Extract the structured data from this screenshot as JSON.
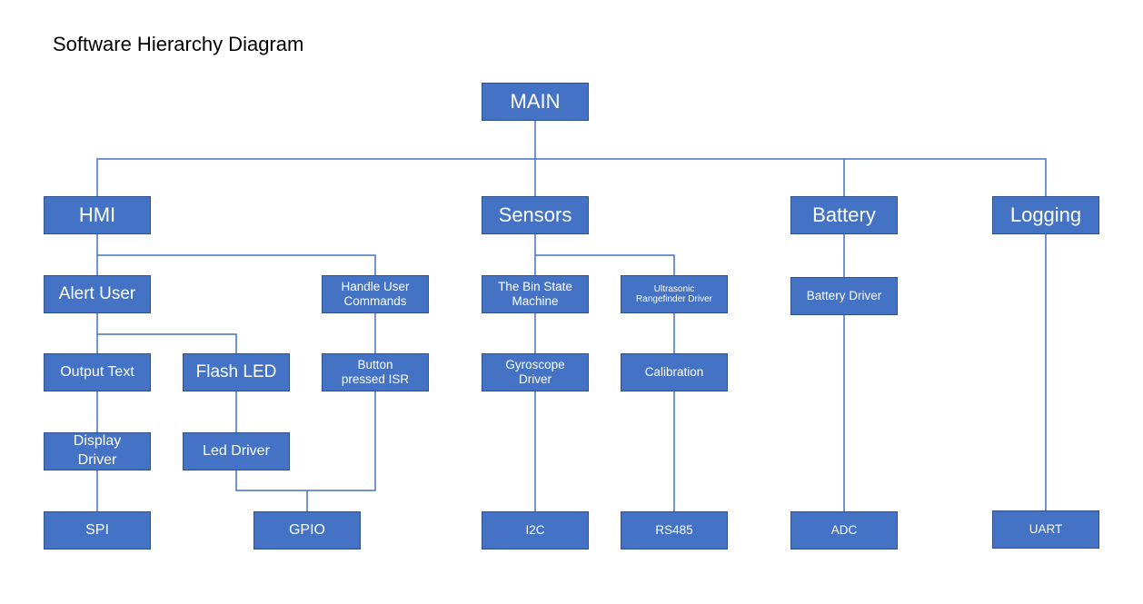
{
  "title": "Software Hierarchy Diagram",
  "nodes": {
    "main": "MAIN",
    "hmi": "HMI",
    "sensors": "Sensors",
    "battery": "Battery",
    "logging": "Logging",
    "alert_user": "Alert User",
    "handle_user_commands": "Handle User\nCommands",
    "bin_state_machine": "The Bin State\nMachine",
    "ultrasonic_driver": "Ultrasonic\nRangefinder Driver",
    "battery_driver": "Battery Driver",
    "output_text": "Output Text",
    "flash_led": "Flash LED",
    "button_isr": "Button\npressed ISR",
    "gyroscope_driver": "Gyroscope\nDriver",
    "calibration": "Calibration",
    "display_driver": "Display\nDriver",
    "led_driver": "Led Driver",
    "spi": "SPI",
    "gpio": "GPIO",
    "i2c": "I2C",
    "rs485": "RS485",
    "adc": "ADC",
    "uart": "UART"
  },
  "colors": {
    "node_fill": "#4472c4",
    "node_border": "#2f528f",
    "line": "#4472c4",
    "text": "#ffffff"
  }
}
